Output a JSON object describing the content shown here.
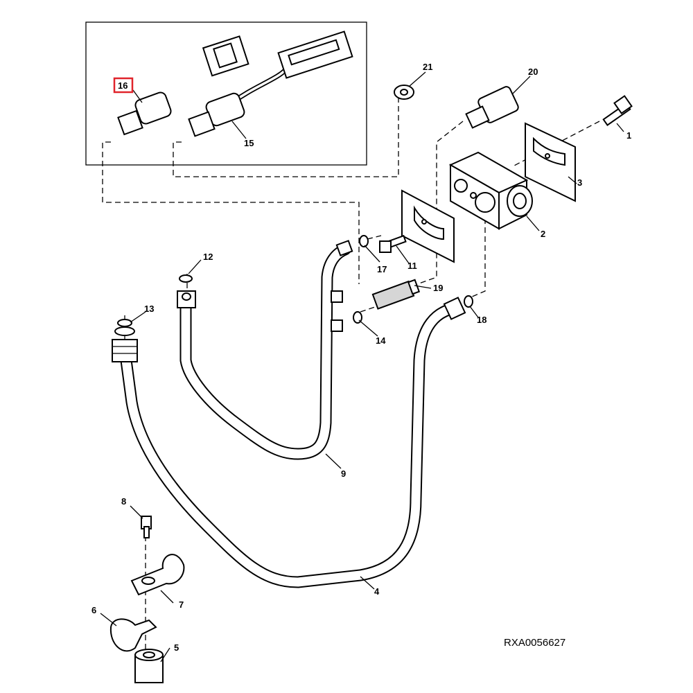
{
  "diagram_id": "RXA0056627",
  "highlight_color": "#e0242b",
  "callouts": [
    {
      "id": "c1",
      "label": "1"
    },
    {
      "id": "c2",
      "label": "2"
    },
    {
      "id": "c3",
      "label": "3"
    },
    {
      "id": "c4",
      "label": "4"
    },
    {
      "id": "c5",
      "label": "5"
    },
    {
      "id": "c6",
      "label": "6"
    },
    {
      "id": "c7",
      "label": "7"
    },
    {
      "id": "c8",
      "label": "8"
    },
    {
      "id": "c9",
      "label": "9"
    },
    {
      "id": "c11",
      "label": "11"
    },
    {
      "id": "c12",
      "label": "12"
    },
    {
      "id": "c13",
      "label": "13"
    },
    {
      "id": "c14",
      "label": "14"
    },
    {
      "id": "c15",
      "label": "15"
    },
    {
      "id": "c16",
      "label": "16",
      "highlighted": true
    },
    {
      "id": "c17",
      "label": "17"
    },
    {
      "id": "c18",
      "label": "18"
    },
    {
      "id": "c19",
      "label": "19"
    },
    {
      "id": "c20",
      "label": "20"
    },
    {
      "id": "c21",
      "label": "21"
    }
  ]
}
